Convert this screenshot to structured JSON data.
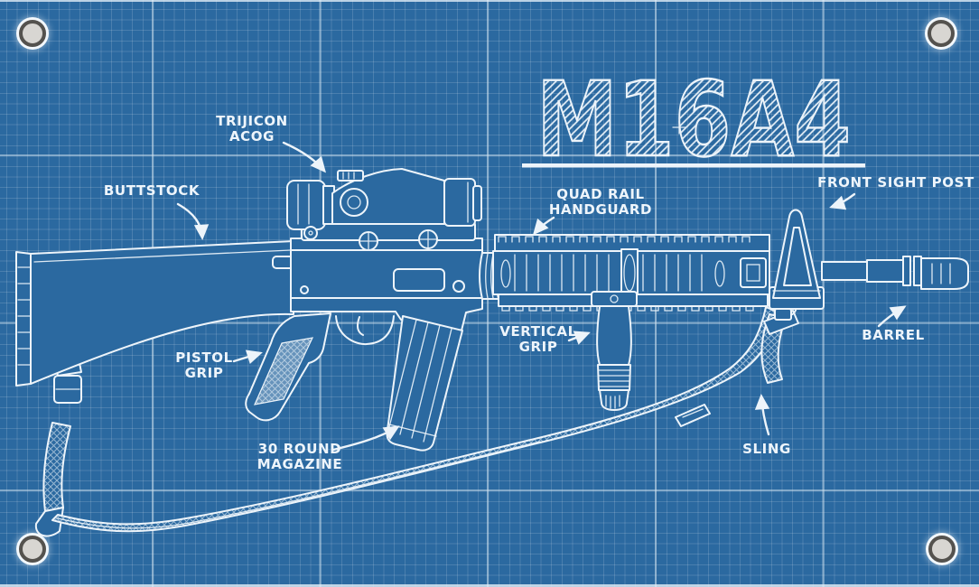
{
  "poster": {
    "title": "M16A4",
    "colors": {
      "background": "#2B69A0",
      "line_art": "#EDF4FA",
      "grid_minor": "#4F86B5",
      "grid_major": "#8FB3D2",
      "grommet_ring": "#54524E",
      "grommet_center": "#D8D6D2"
    },
    "grommets": [
      "top-left",
      "top-right",
      "bottom-left",
      "bottom-right"
    ]
  },
  "labels": {
    "trijicon_acog": {
      "line1": "TRIJICON",
      "line2": "ACOG"
    },
    "buttstock": {
      "line1": "BUTTSTOCK"
    },
    "quad_rail_handguard": {
      "line1": "QUAD RAIL",
      "line2": "HANDGUARD"
    },
    "front_sight_post": {
      "line1": "FRONT SIGHT POST"
    },
    "vertical_grip": {
      "line1": "VERTICAL",
      "line2": "GRIP"
    },
    "barrel": {
      "line1": "BARREL"
    },
    "pistol_grip": {
      "line1": "PISTOL",
      "line2": "GRIP"
    },
    "magazine_30_round": {
      "line1": "30 ROUND",
      "line2": "MAGAZINE"
    },
    "sling": {
      "line1": "SLING"
    }
  }
}
